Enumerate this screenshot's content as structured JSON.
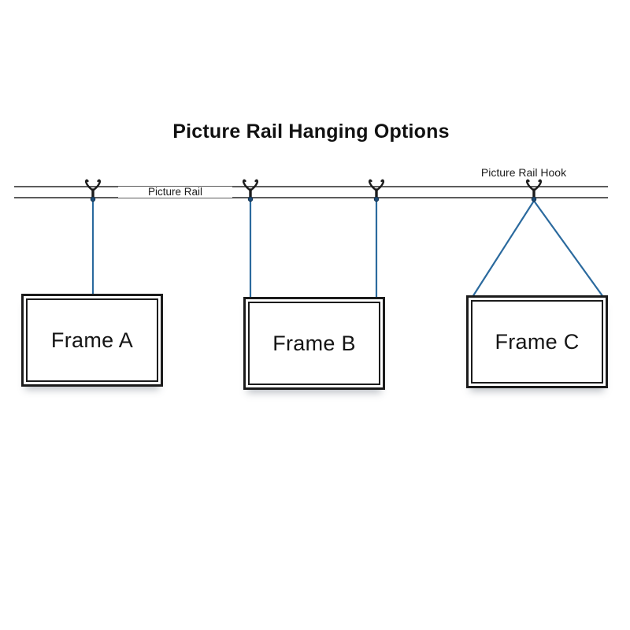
{
  "title": "Picture Rail Hanging Options",
  "rail": {
    "label": "Picture Rail"
  },
  "hook": {
    "label": "Picture Rail Hook",
    "icon": "picture-rail-hook-icon"
  },
  "frames": [
    {
      "label": "Frame A"
    },
    {
      "label": "Frame B"
    },
    {
      "label": "Frame C"
    }
  ],
  "colors": {
    "background": "#ffffff",
    "text": "#111111",
    "railLine": "#5c5c5c",
    "frameBorder": "#1b1b1b",
    "wire": "#2b6a9e",
    "hookKnot": "#1d4a73"
  }
}
